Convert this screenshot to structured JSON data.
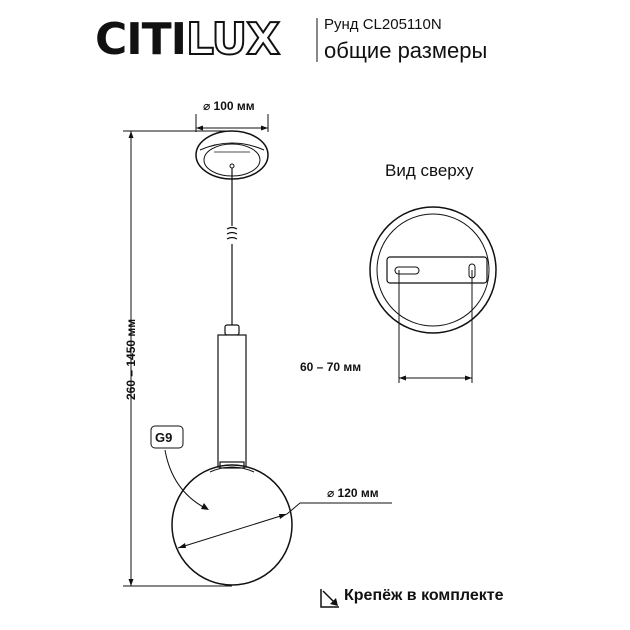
{
  "brand": {
    "logo_main": "CITI",
    "logo_outline": "LUX"
  },
  "header": {
    "model": "Рунд CL205110N",
    "subtitle": "общие размеры"
  },
  "dimensions": {
    "canopy_diameter": "⌀ 100 мм",
    "total_height": "260 – 1450 мм",
    "shade_diameter": "⌀ 120 мм",
    "mount_spacing": "60 – 70 мм"
  },
  "lamp_base": "G9",
  "top_view_label": "Вид сверху",
  "footer": {
    "mounting_text": "Крепёж в комплекте"
  }
}
